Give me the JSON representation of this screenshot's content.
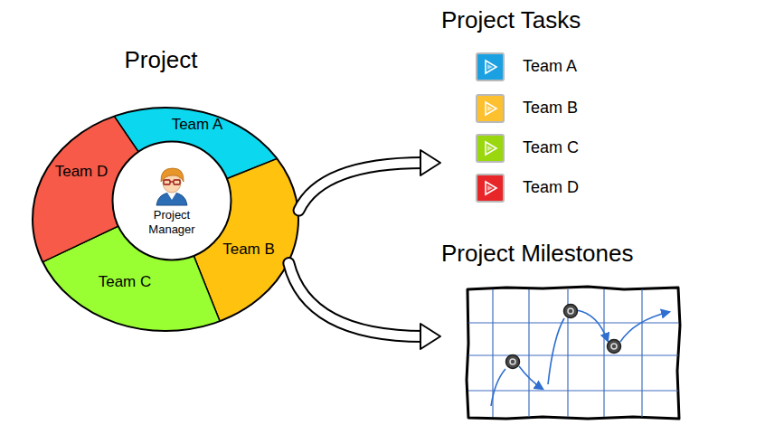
{
  "diagram": {
    "nodes": [
      {
        "text": [
          "Project"
        ]
      },
      {
        "text": [
          "Team A"
        ],
        "in": 0
      },
      {
        "text": [
          "Team B"
        ],
        "in": 0
      },
      {
        "text": [
          "Team C"
        ],
        "in": 0
      },
      {
        "text": [
          "Team D"
        ],
        "in": 0
      },
      {
        "text": [
          "Project Manager"
        ],
        "in": 0
      },
      {
        "text": [
          "Project Tasks"
        ]
      },
      {
        "text": [
          "Project Milestones"
        ]
      }
    ],
    "edges": [
      {
        "from": 0,
        "to": 6,
        "arrow": "to"
      },
      {
        "from": 0,
        "to": 7,
        "arrow": "to"
      }
    ],
    "legend": [
      {
        "text": "Team A",
        "color": "#1ba1e2"
      },
      {
        "text": "Team B",
        "color": "#fdc02f"
      },
      {
        "text": "Team C",
        "color": "#9bd70f"
      },
      {
        "text": "Team D",
        "color": "#e8262a"
      }
    ]
  }
}
